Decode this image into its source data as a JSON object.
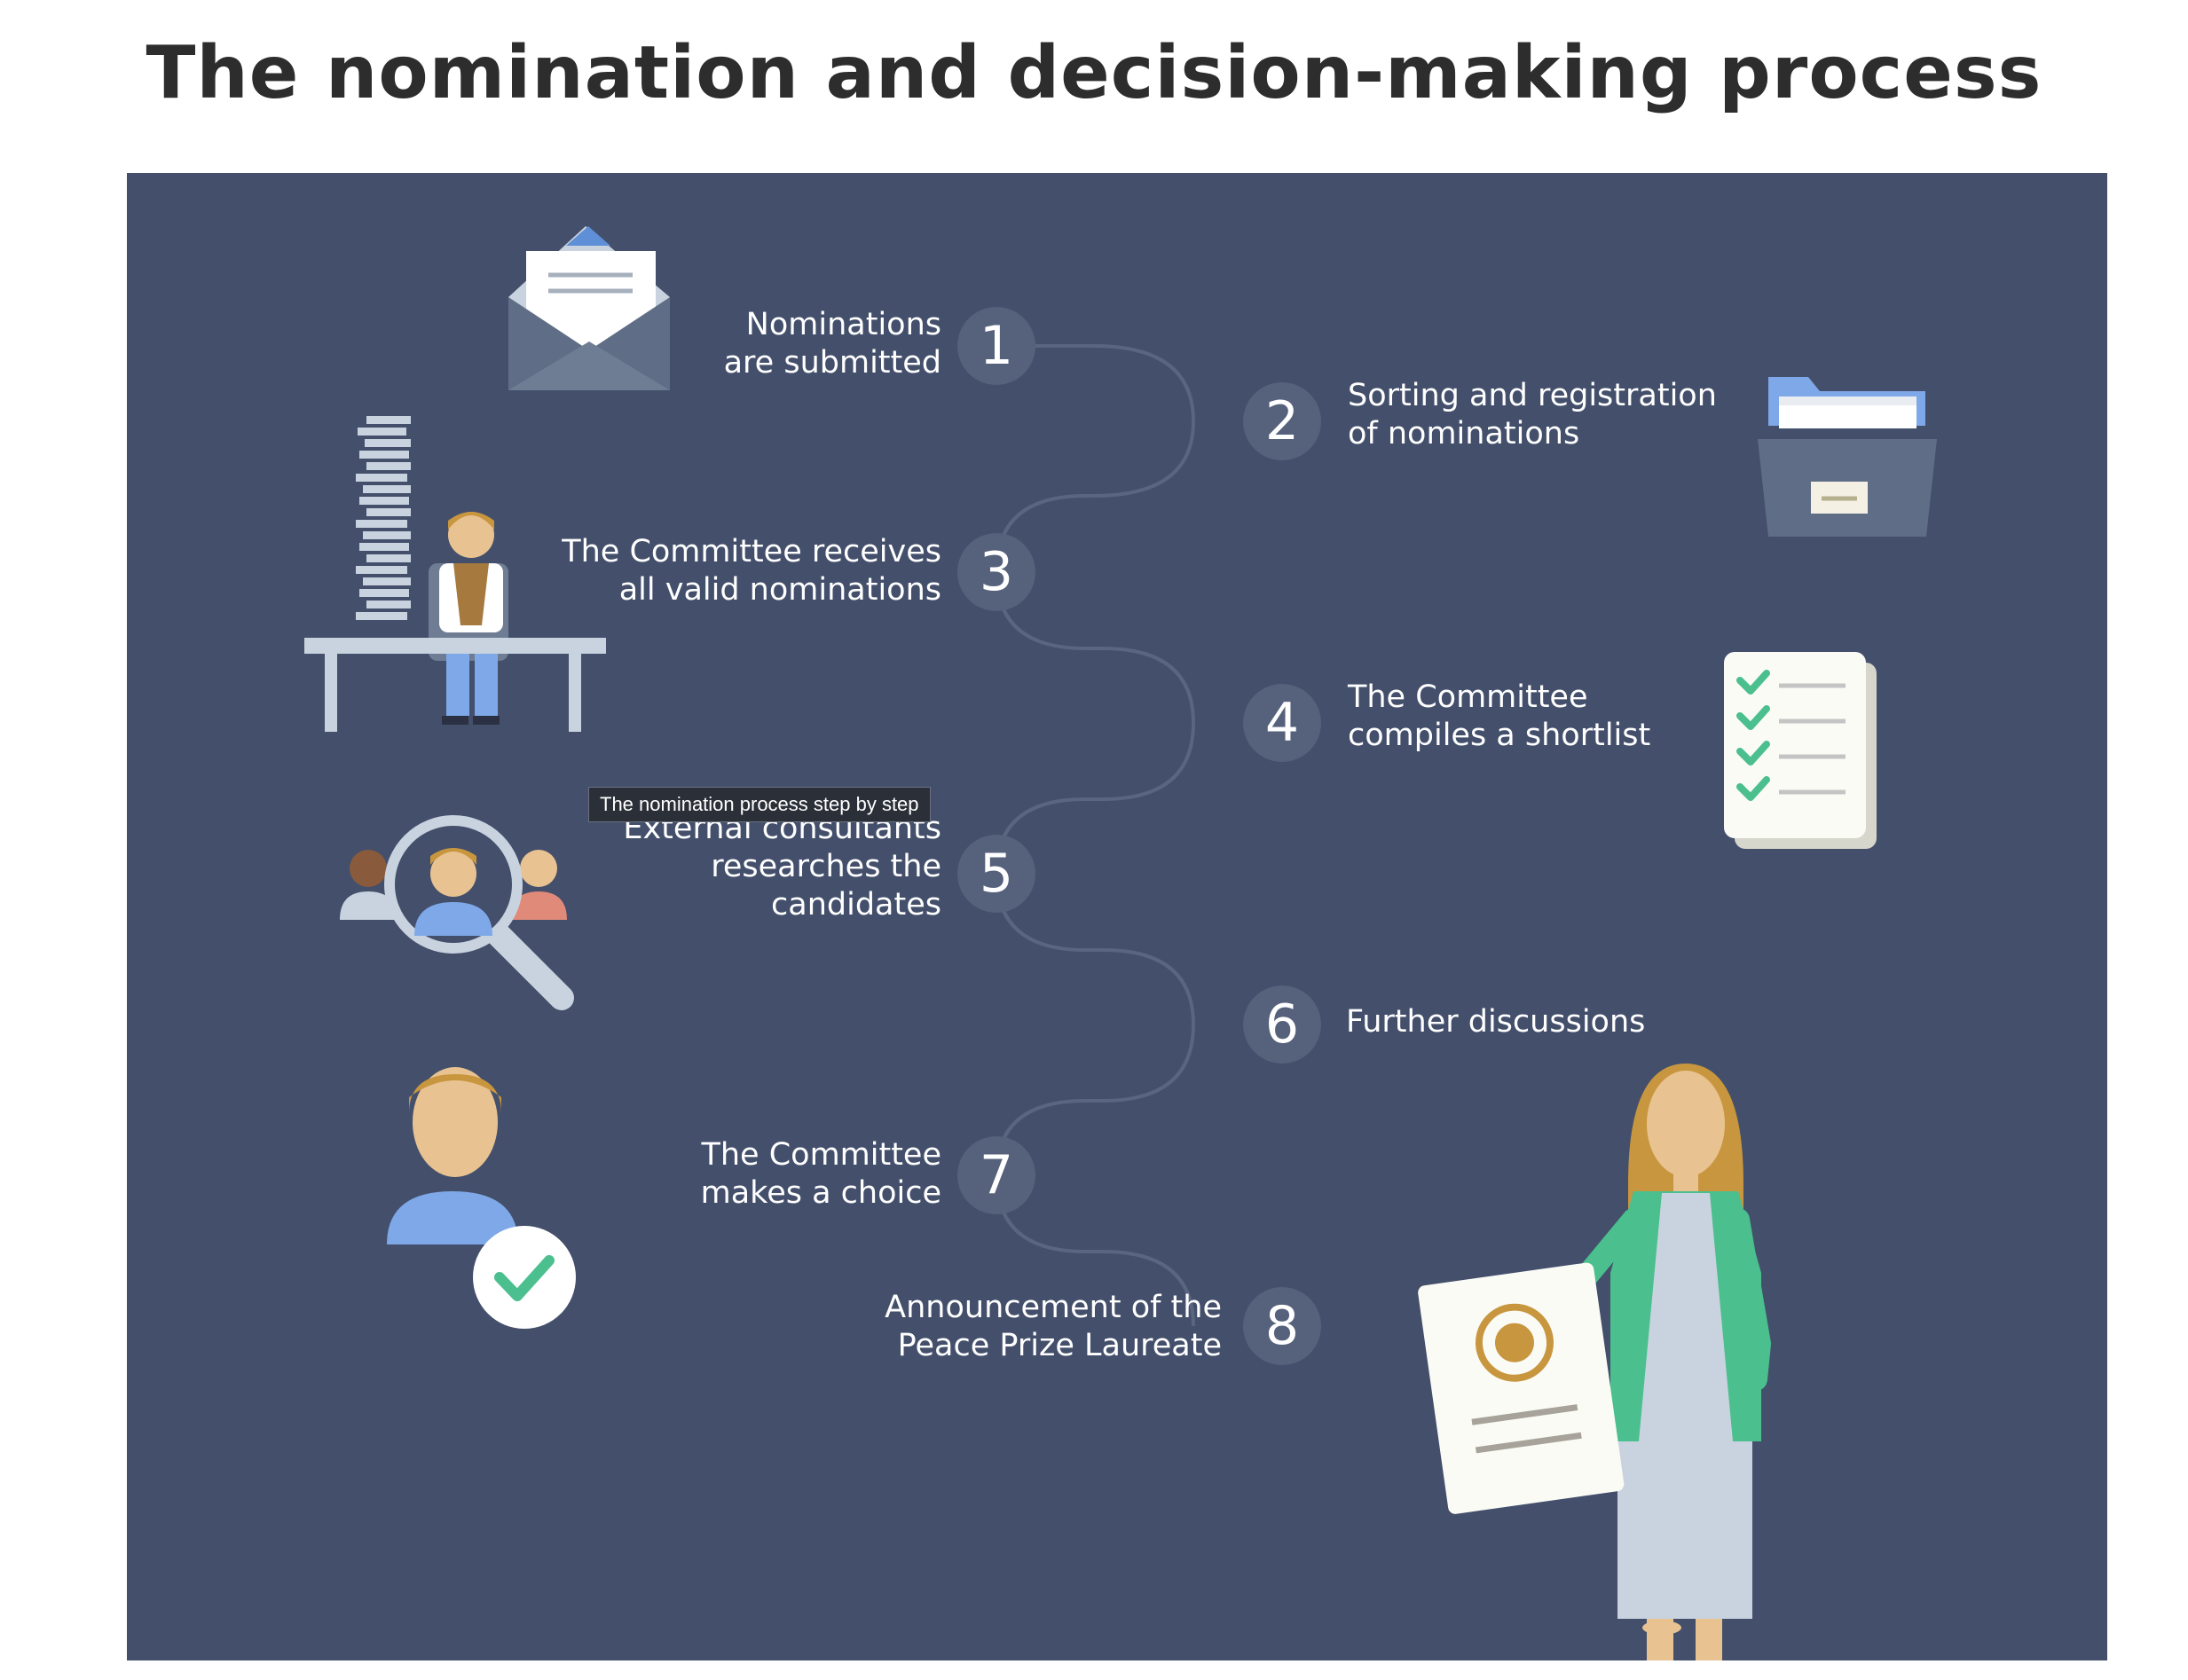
{
  "page": {
    "title": "The nomination and decision-making process"
  },
  "tooltip": {
    "text": "The nomination process step by step"
  },
  "steps": [
    {
      "number": "1",
      "label": "Nominations\nare submitted"
    },
    {
      "number": "2",
      "label": "Sorting and registration\nof nominations"
    },
    {
      "number": "3",
      "label": "The Committee receives\nall valid nominations"
    },
    {
      "number": "4",
      "label": "The Committee\ncompiles a shortlist"
    },
    {
      "number": "5",
      "label": "External consultants\nresearches the\ncandidates"
    },
    {
      "number": "6",
      "label": "Further discussions"
    },
    {
      "number": "7",
      "label": "The Committee\nmakes a choice"
    },
    {
      "number": "8",
      "label": "Announcement of the\nPeace Prize Laureate"
    }
  ],
  "colors": {
    "background": "#434f6b",
    "circle": "#56627c",
    "connector": "#5a6680",
    "accent_green": "#4bbf8e",
    "accent_gold": "#c8963e"
  },
  "icons": {
    "envelope": "envelope-icon",
    "folder": "folder-cabinet-icon",
    "committee_desk": "desk-worker-icon",
    "checklist": "checklist-icon",
    "magnifier": "magnifier-people-icon",
    "approved_person": "person-check-icon",
    "laureate_presenter": "woman-with-certificate-icon"
  }
}
